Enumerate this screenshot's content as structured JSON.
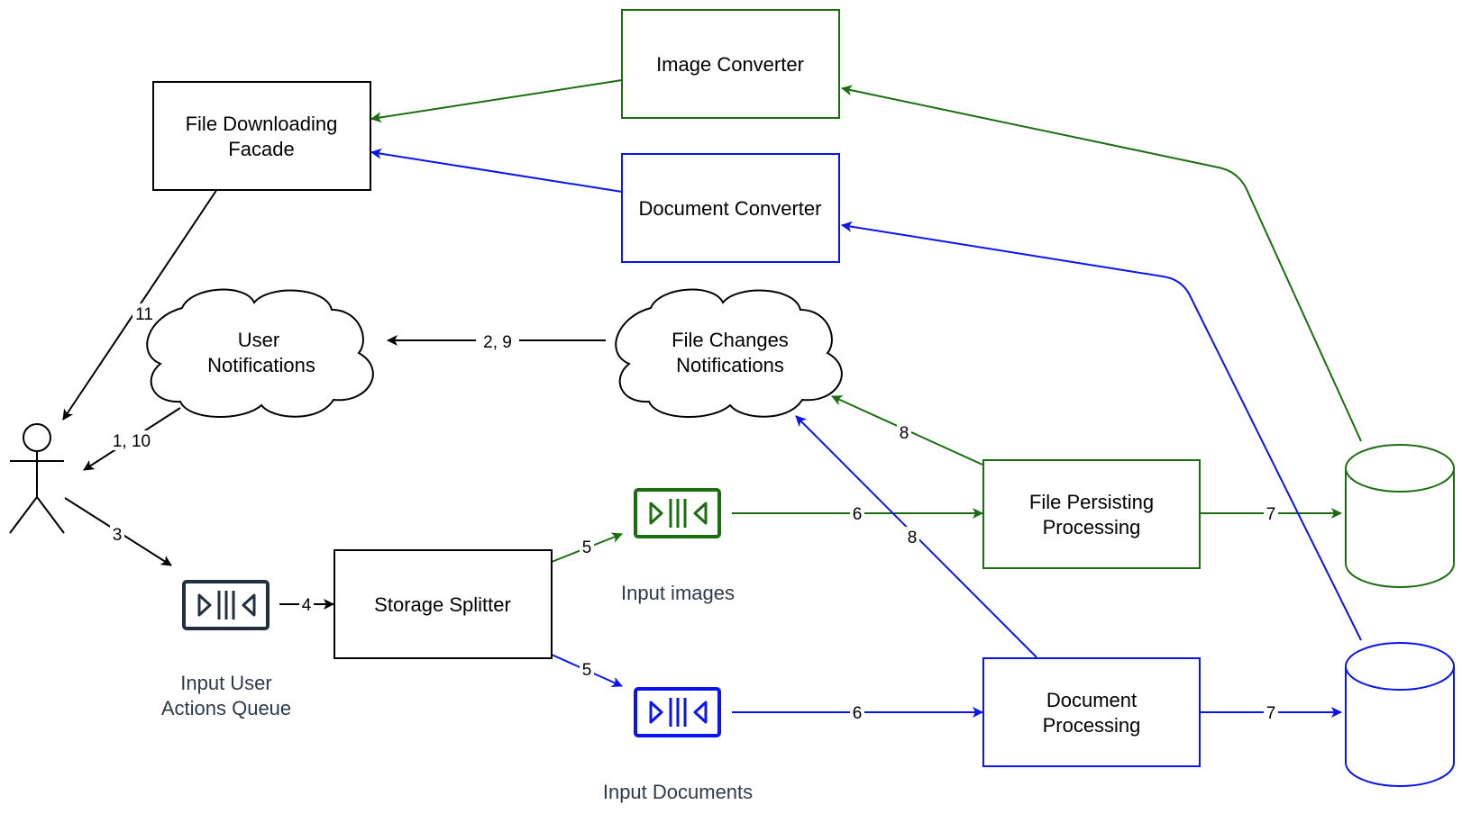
{
  "colors": {
    "black": "#000000",
    "green": "#1a6e0f",
    "blue": "#0a14f0",
    "queue_dark": "#232f3e",
    "caption": "#2d3a4a"
  },
  "nodes": {
    "image_converter": {
      "line1": "Image Converter"
    },
    "document_converter": {
      "line1": "Document Converter"
    },
    "file_downloading_facade": {
      "line1": "File Downloading",
      "line2": "Facade"
    },
    "user_notifications": {
      "line1": "User",
      "line2": "Notifications"
    },
    "file_changes_notifications": {
      "line1": "File Changes",
      "line2": "Notifications"
    },
    "storage_splitter": {
      "line1": "Storage Splitter"
    },
    "file_persisting_processing": {
      "line1": "File Persisting",
      "line2": "Processing"
    },
    "document_processing": {
      "line1": "Document",
      "line2": "Processing"
    }
  },
  "queues": {
    "input_user_actions": {
      "line1": "Input User",
      "line2": "Actions Queue",
      "icon": "queue-icon"
    },
    "input_images": {
      "line1": "Input images",
      "icon": "queue-icon"
    },
    "input_documents": {
      "line1": "Input Documents",
      "icon": "queue-icon"
    }
  },
  "storage": {
    "images_db": {
      "icon": "database-icon"
    },
    "documents_db": {
      "icon": "database-icon"
    }
  },
  "actor": {
    "icon": "user-actor-icon"
  },
  "edge_labels": {
    "e11": "11",
    "e29": "2, 9",
    "e110": "1, 10",
    "e3": "3",
    "e4": "4",
    "e5_images": "5",
    "e5_docs": "5",
    "e6_images": "6",
    "e6_docs": "6",
    "e7_images": "7",
    "e7_docs": "7",
    "e8_images": "8",
    "e8_docs": "8"
  }
}
